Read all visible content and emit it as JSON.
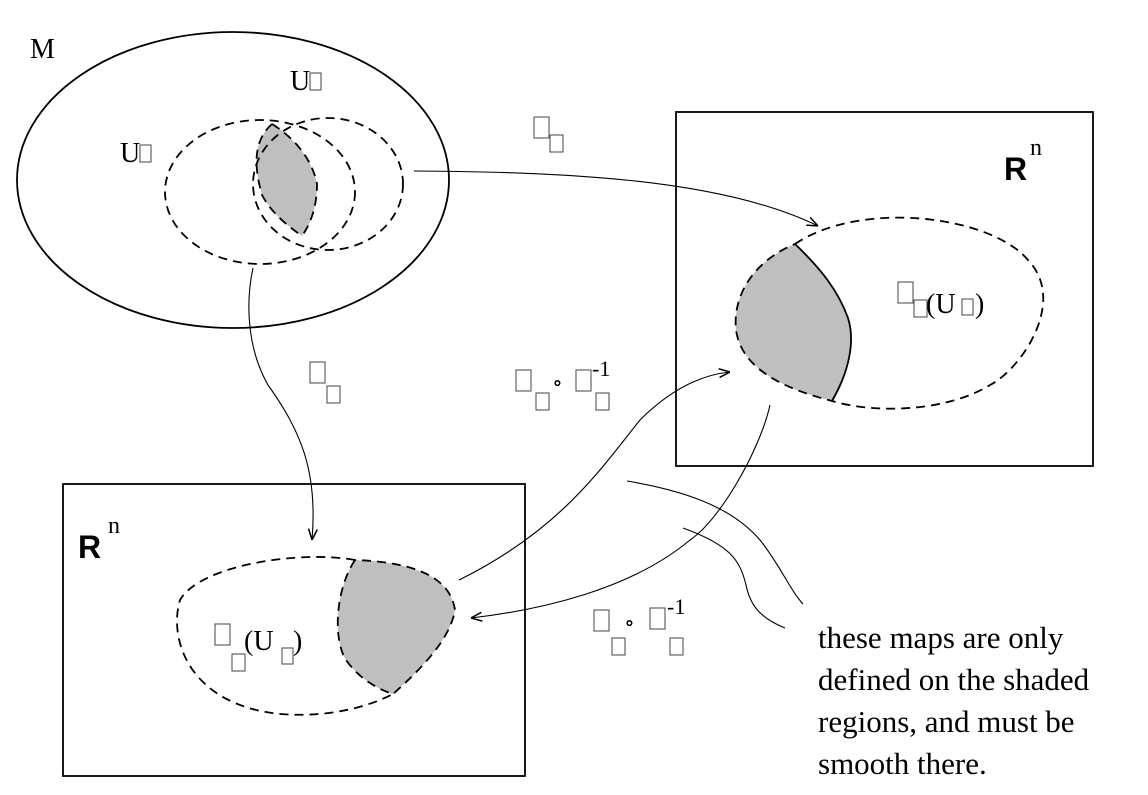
{
  "manifold": {
    "label": "M"
  },
  "charts": {
    "left_open_set": {
      "symbol": "U"
    },
    "right_open_set": {
      "symbol": "U"
    },
    "left_map": {
      "symbol": ""
    },
    "right_map": {
      "symbol": ""
    },
    "right_space": {
      "bold": "R",
      "superscript": "n"
    },
    "left_space": {
      "bold": "R",
      "superscript": "n"
    },
    "right_image": {
      "open": "(U",
      "close": ")"
    },
    "left_image": {
      "open": "(U",
      "close": ")"
    }
  },
  "transition_maps": {
    "upper": {
      "compose": "∘",
      "inverse": "-1"
    },
    "lower": {
      "compose": "∘",
      "inverse": "-1"
    }
  },
  "note": {
    "lines": [
      "these maps are only",
      "defined on the shaded",
      "regions, and must be",
      "smooth there."
    ]
  }
}
